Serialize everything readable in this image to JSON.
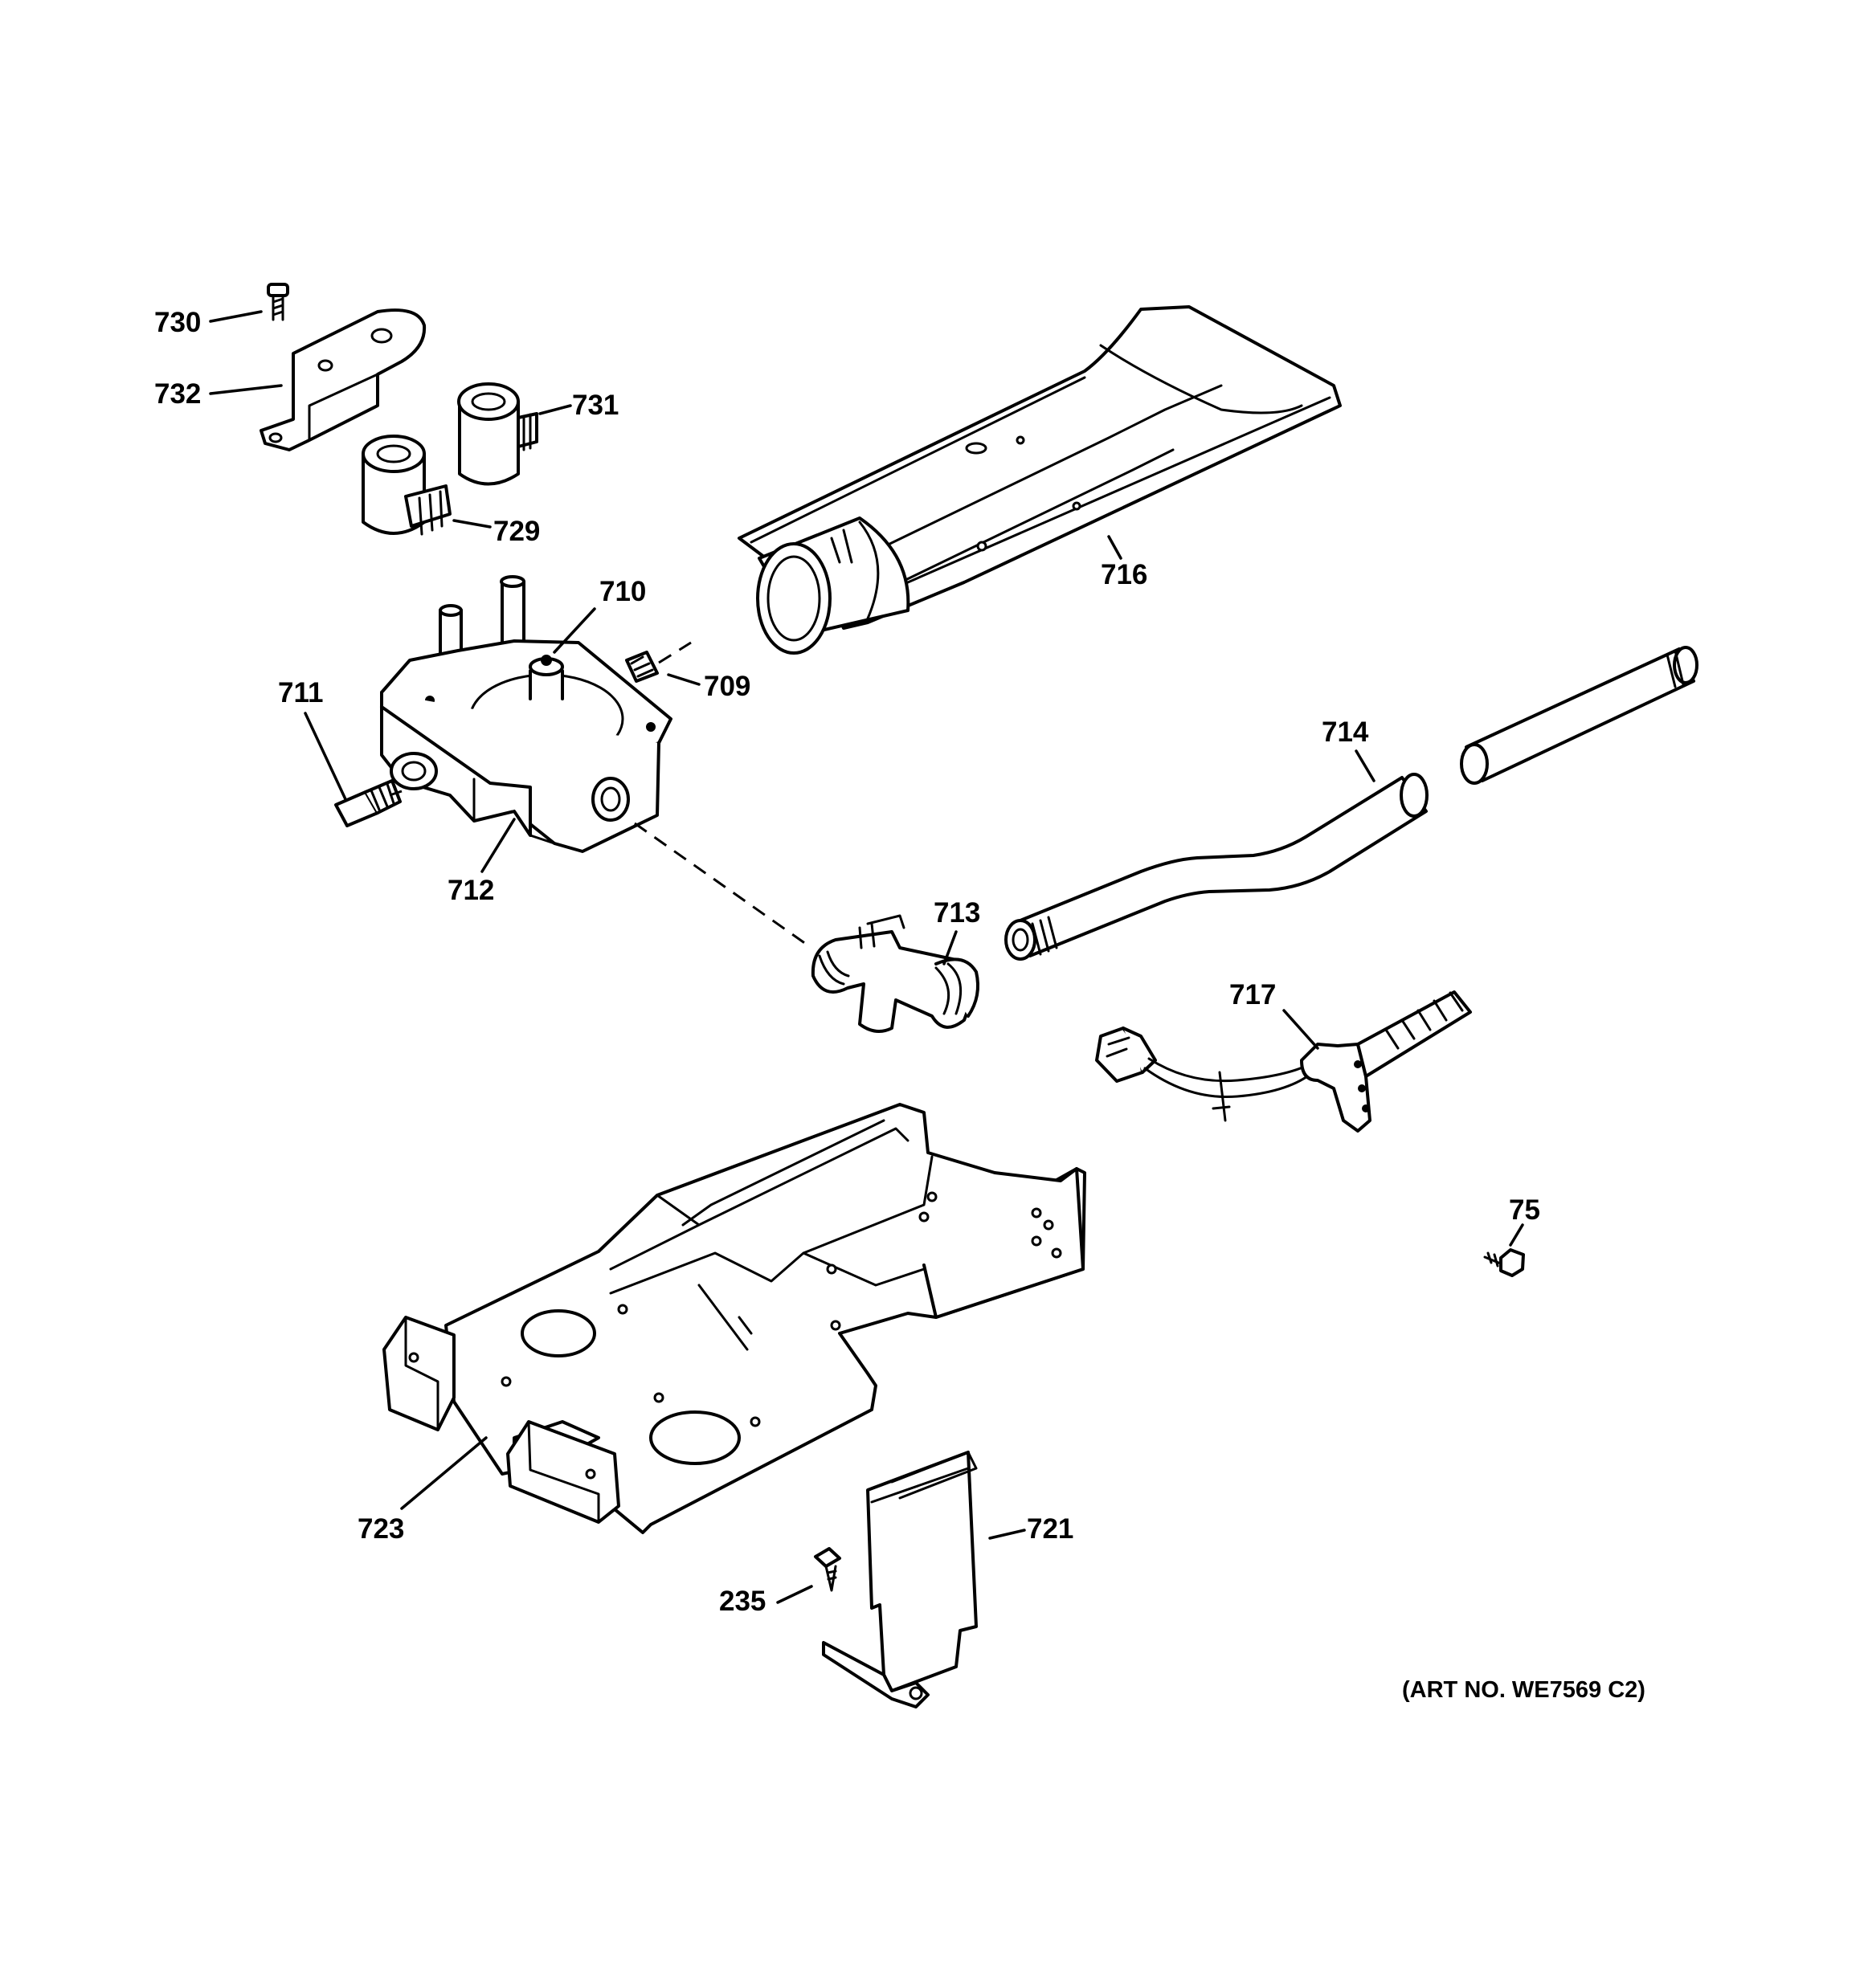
{
  "diagram": {
    "callouts": {
      "c730": "730",
      "c732": "732",
      "c731": "731",
      "c729": "729",
      "c716": "716",
      "c710": "710",
      "c709": "709",
      "c711": "711",
      "c712": "712",
      "c714": "714",
      "c713": "713",
      "c717": "717",
      "c75": "75",
      "c723": "723",
      "c721": "721",
      "c235": "235"
    },
    "art_number": "(ART NO. WE7569 C2)"
  },
  "colors": {
    "line": "#000000",
    "background": "#ffffff"
  }
}
